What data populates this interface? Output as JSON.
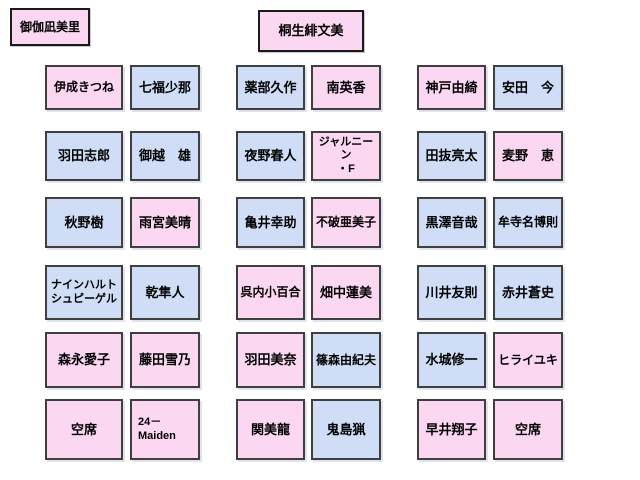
{
  "colors": {
    "pink": "#fcd7f2",
    "blue": "#cfddf6",
    "border": "#3f3f3f",
    "teacher_border": "#1a1a1a",
    "text": "#000000",
    "background": "#ffffff"
  },
  "chart": {
    "teachers": [
      {
        "label": "御伽凪美里",
        "color": "pink"
      },
      {
        "label": "桐生緋文美",
        "color": "pink"
      }
    ],
    "seats": [
      {
        "row": 0,
        "col": 0,
        "label": "伊成きつね",
        "color": "pink"
      },
      {
        "row": 0,
        "col": 1,
        "label": "七福少那",
        "color": "blue"
      },
      {
        "row": 0,
        "col": 2,
        "label": "薬部久作",
        "color": "blue"
      },
      {
        "row": 0,
        "col": 3,
        "label": "南英香",
        "color": "pink"
      },
      {
        "row": 0,
        "col": 4,
        "label": "神戸由綺",
        "color": "pink"
      },
      {
        "row": 0,
        "col": 5,
        "label": "安田　今",
        "color": "blue"
      },
      {
        "row": 1,
        "col": 0,
        "label": "羽田志郎",
        "color": "blue"
      },
      {
        "row": 1,
        "col": 1,
        "label": "御越　雄",
        "color": "blue"
      },
      {
        "row": 1,
        "col": 2,
        "label": "夜野春人",
        "color": "blue"
      },
      {
        "row": 1,
        "col": 3,
        "label": "ジャルニーン\n・F",
        "color": "pink"
      },
      {
        "row": 1,
        "col": 4,
        "label": "田抜亮太",
        "color": "blue"
      },
      {
        "row": 1,
        "col": 5,
        "label": "麦野　恵",
        "color": "pink"
      },
      {
        "row": 2,
        "col": 0,
        "label": "秋野樹",
        "color": "blue"
      },
      {
        "row": 2,
        "col": 1,
        "label": "雨宮美晴",
        "color": "pink"
      },
      {
        "row": 2,
        "col": 2,
        "label": "亀井幸助",
        "color": "blue"
      },
      {
        "row": 2,
        "col": 3,
        "label": "不破亜美子",
        "color": "pink"
      },
      {
        "row": 2,
        "col": 4,
        "label": "黒澤音哉",
        "color": "blue"
      },
      {
        "row": 2,
        "col": 5,
        "label": "牟寺名博則",
        "color": "blue"
      },
      {
        "row": 3,
        "col": 0,
        "label": "ナインハルト\nシュピーゲル",
        "color": "blue"
      },
      {
        "row": 3,
        "col": 1,
        "label": "乾隼人",
        "color": "blue"
      },
      {
        "row": 3,
        "col": 2,
        "label": "呉内小百合",
        "color": "pink"
      },
      {
        "row": 3,
        "col": 3,
        "label": "畑中蓮美",
        "color": "pink"
      },
      {
        "row": 3,
        "col": 4,
        "label": "川井友則",
        "color": "blue"
      },
      {
        "row": 3,
        "col": 5,
        "label": "赤井蒼史",
        "color": "blue"
      },
      {
        "row": 4,
        "col": 0,
        "label": "森永愛子",
        "color": "pink"
      },
      {
        "row": 4,
        "col": 1,
        "label": "藤田雪乃",
        "color": "pink"
      },
      {
        "row": 4,
        "col": 2,
        "label": "羽田美奈",
        "color": "pink"
      },
      {
        "row": 4,
        "col": 3,
        "label": "篠森由紀夫",
        "color": "blue"
      },
      {
        "row": 4,
        "col": 4,
        "label": "水城修一",
        "color": "blue"
      },
      {
        "row": 4,
        "col": 5,
        "label": "ヒライユキ",
        "color": "pink"
      },
      {
        "row": 5,
        "col": 0,
        "label": "空席",
        "color": "pink"
      },
      {
        "row": 5,
        "col": 1,
        "label": "24－\nMaiden",
        "color": "pink",
        "align": "left"
      },
      {
        "row": 5,
        "col": 2,
        "label": "関美龍",
        "color": "pink"
      },
      {
        "row": 5,
        "col": 3,
        "label": "鬼島猟",
        "color": "blue"
      },
      {
        "row": 5,
        "col": 4,
        "label": "早井翔子",
        "color": "pink"
      },
      {
        "row": 5,
        "col": 5,
        "label": "空席",
        "color": "pink"
      }
    ]
  }
}
